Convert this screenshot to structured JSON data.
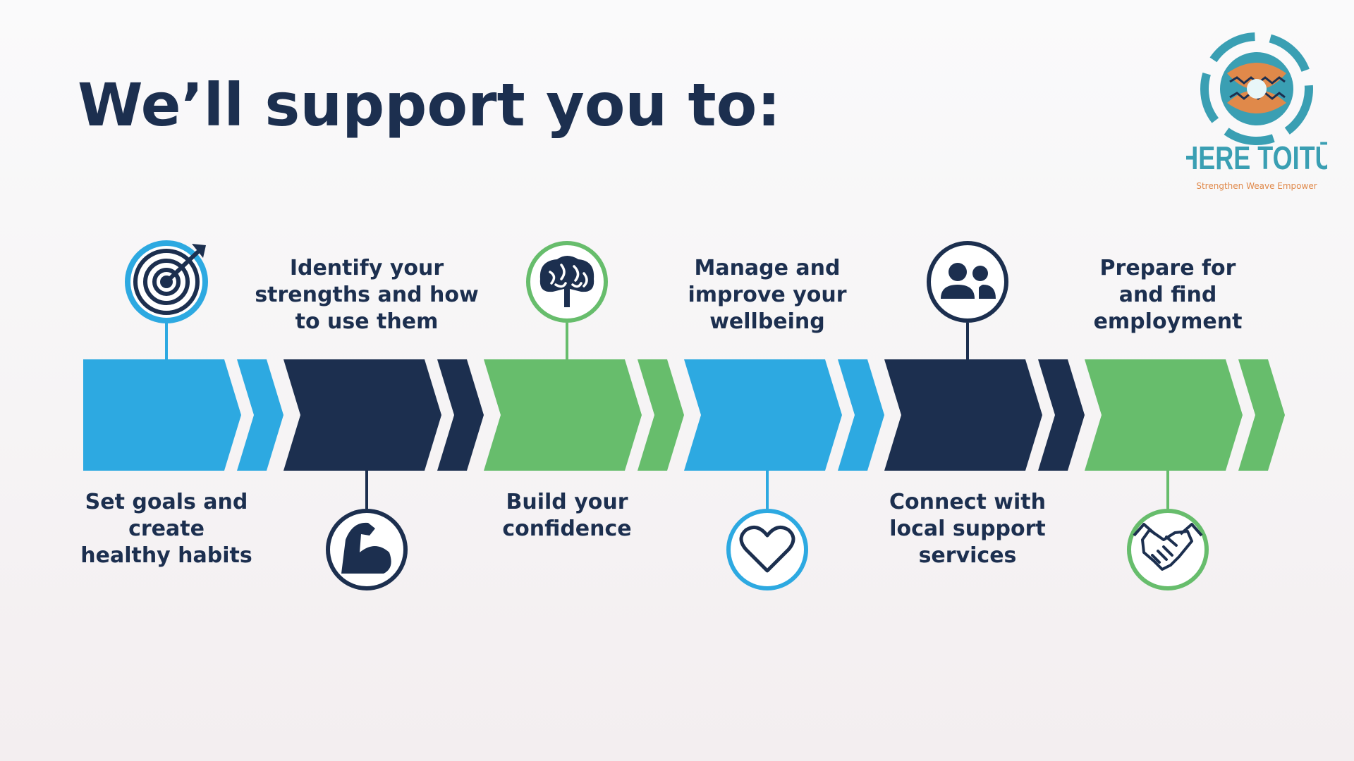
{
  "title": "We’ll support you to:",
  "logo": {
    "name": "HERE TOITŪ",
    "tagline": "Strengthen  Weave  Empower"
  },
  "colors": {
    "navy": "#1c2f4f",
    "blue": "#2da9e1",
    "green": "#67bd6c"
  },
  "steps": [
    {
      "label": "Set goals and\ncreate\nhealthy habits",
      "icon": "target-icon",
      "color": "blue"
    },
    {
      "label": "Identify your\nstrengths and how\nto use them",
      "icon": "flexed-bicep-icon",
      "color": "navy"
    },
    {
      "label": "Build your\nconfidence",
      "icon": "brain-icon",
      "color": "green"
    },
    {
      "label": "Manage and\nimprove your\nwellbeing",
      "icon": "heart-icon",
      "color": "blue"
    },
    {
      "label": "Connect with\nlocal support\nservices",
      "icon": "people-icon",
      "color": "navy"
    },
    {
      "label": "Prepare for\nand find\nemployment",
      "icon": "handshake-icon",
      "color": "green"
    }
  ]
}
